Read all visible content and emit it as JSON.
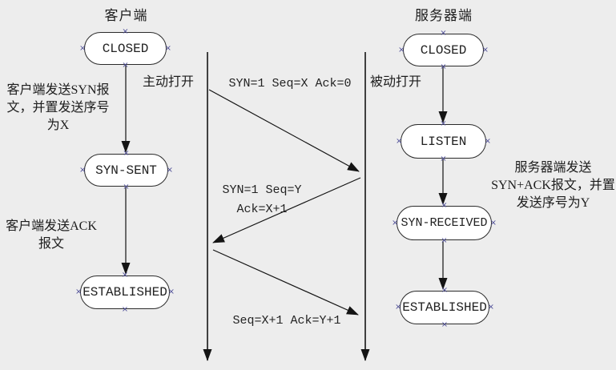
{
  "client": {
    "title": "客户端",
    "states": [
      "CLOSED",
      "SYN-SENT",
      "ESTABLISHED"
    ],
    "open_label": "主动打开",
    "syn_note_lines": [
      "客户端发送SYN报",
      "文，并置发送序号",
      "为X"
    ],
    "ack_note_lines": [
      "客户端发送ACK",
      "报文"
    ]
  },
  "server": {
    "title": "服务器端",
    "states": [
      "CLOSED",
      "LISTEN",
      "SYN-RECEIVED",
      "ESTABLISHED"
    ],
    "open_label": "被动打开",
    "synack_note_lines": [
      "服务器端发送",
      "SYN+ACK报文，并置",
      "发送序号为Y"
    ]
  },
  "messages": {
    "syn": "SYN=1 Seq=X Ack=0",
    "synack_lines": [
      "SYN=1 Seq=Y",
      "Ack=X+1"
    ],
    "ack": "Seq=X+1 Ack=Y+1"
  },
  "colors": {
    "background": "#ededed",
    "box_fill": "#ffffff",
    "line": "#141414",
    "connection_point": "#4c4c96"
  }
}
